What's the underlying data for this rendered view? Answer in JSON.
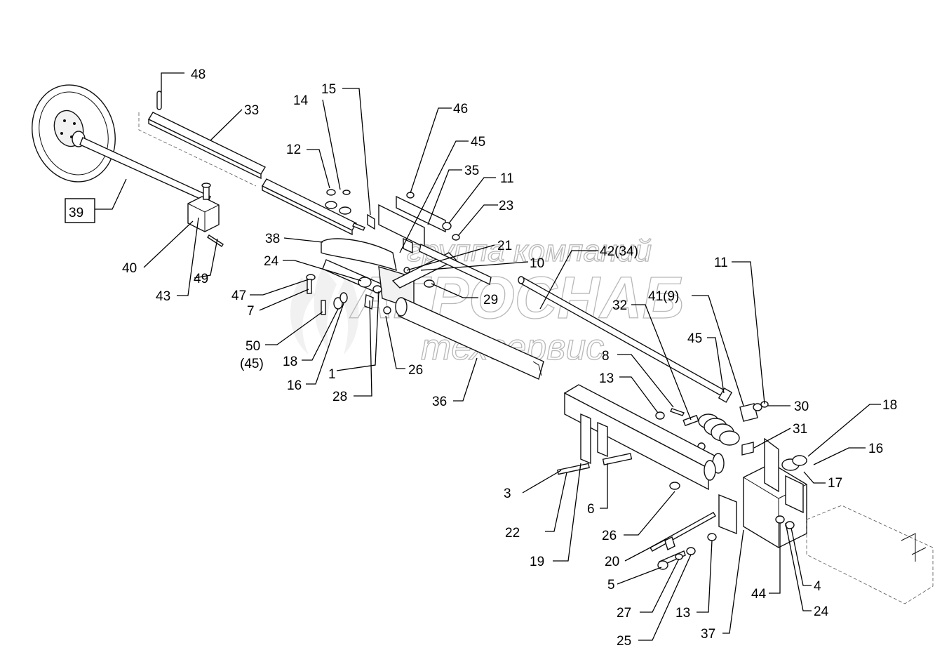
{
  "watermark": {
    "line1": "группа компаний",
    "line2": "АГРОСНАБ",
    "line3": "техсервис"
  },
  "boxed_label": "39",
  "callouts": {
    "c48": "48",
    "c33": "33",
    "c15": "15",
    "c14": "14",
    "c12": "12",
    "c46": "46",
    "c45a": "45",
    "c35": "35",
    "c11a": "11",
    "c23": "23",
    "c21": "21",
    "c10": "10",
    "c42": "42(34)",
    "c11b": "11",
    "c38": "38",
    "c24a": "24",
    "c47": "47",
    "c7": "7",
    "c29": "29",
    "c32": "32",
    "c41": "41(9)",
    "c45b": "45",
    "c40": "40",
    "c43": "43",
    "c49": "49",
    "c50": "50",
    "c45p": "(45)",
    "c18a": "18",
    "c16a": "16",
    "c1": "1",
    "c28": "28",
    "c26a": "26",
    "c36": "36",
    "c8": "8",
    "c13a": "13",
    "c30": "30",
    "c31": "31",
    "c18b": "18",
    "c16b": "16",
    "c17": "17",
    "c3": "3",
    "c22": "22",
    "c19": "19",
    "c6": "6",
    "c26b": "26",
    "c20": "20",
    "c5": "5",
    "c27": "27",
    "c25": "25",
    "c13b": "13",
    "c37": "37",
    "c44": "44",
    "c4": "4",
    "c24b": "24"
  }
}
